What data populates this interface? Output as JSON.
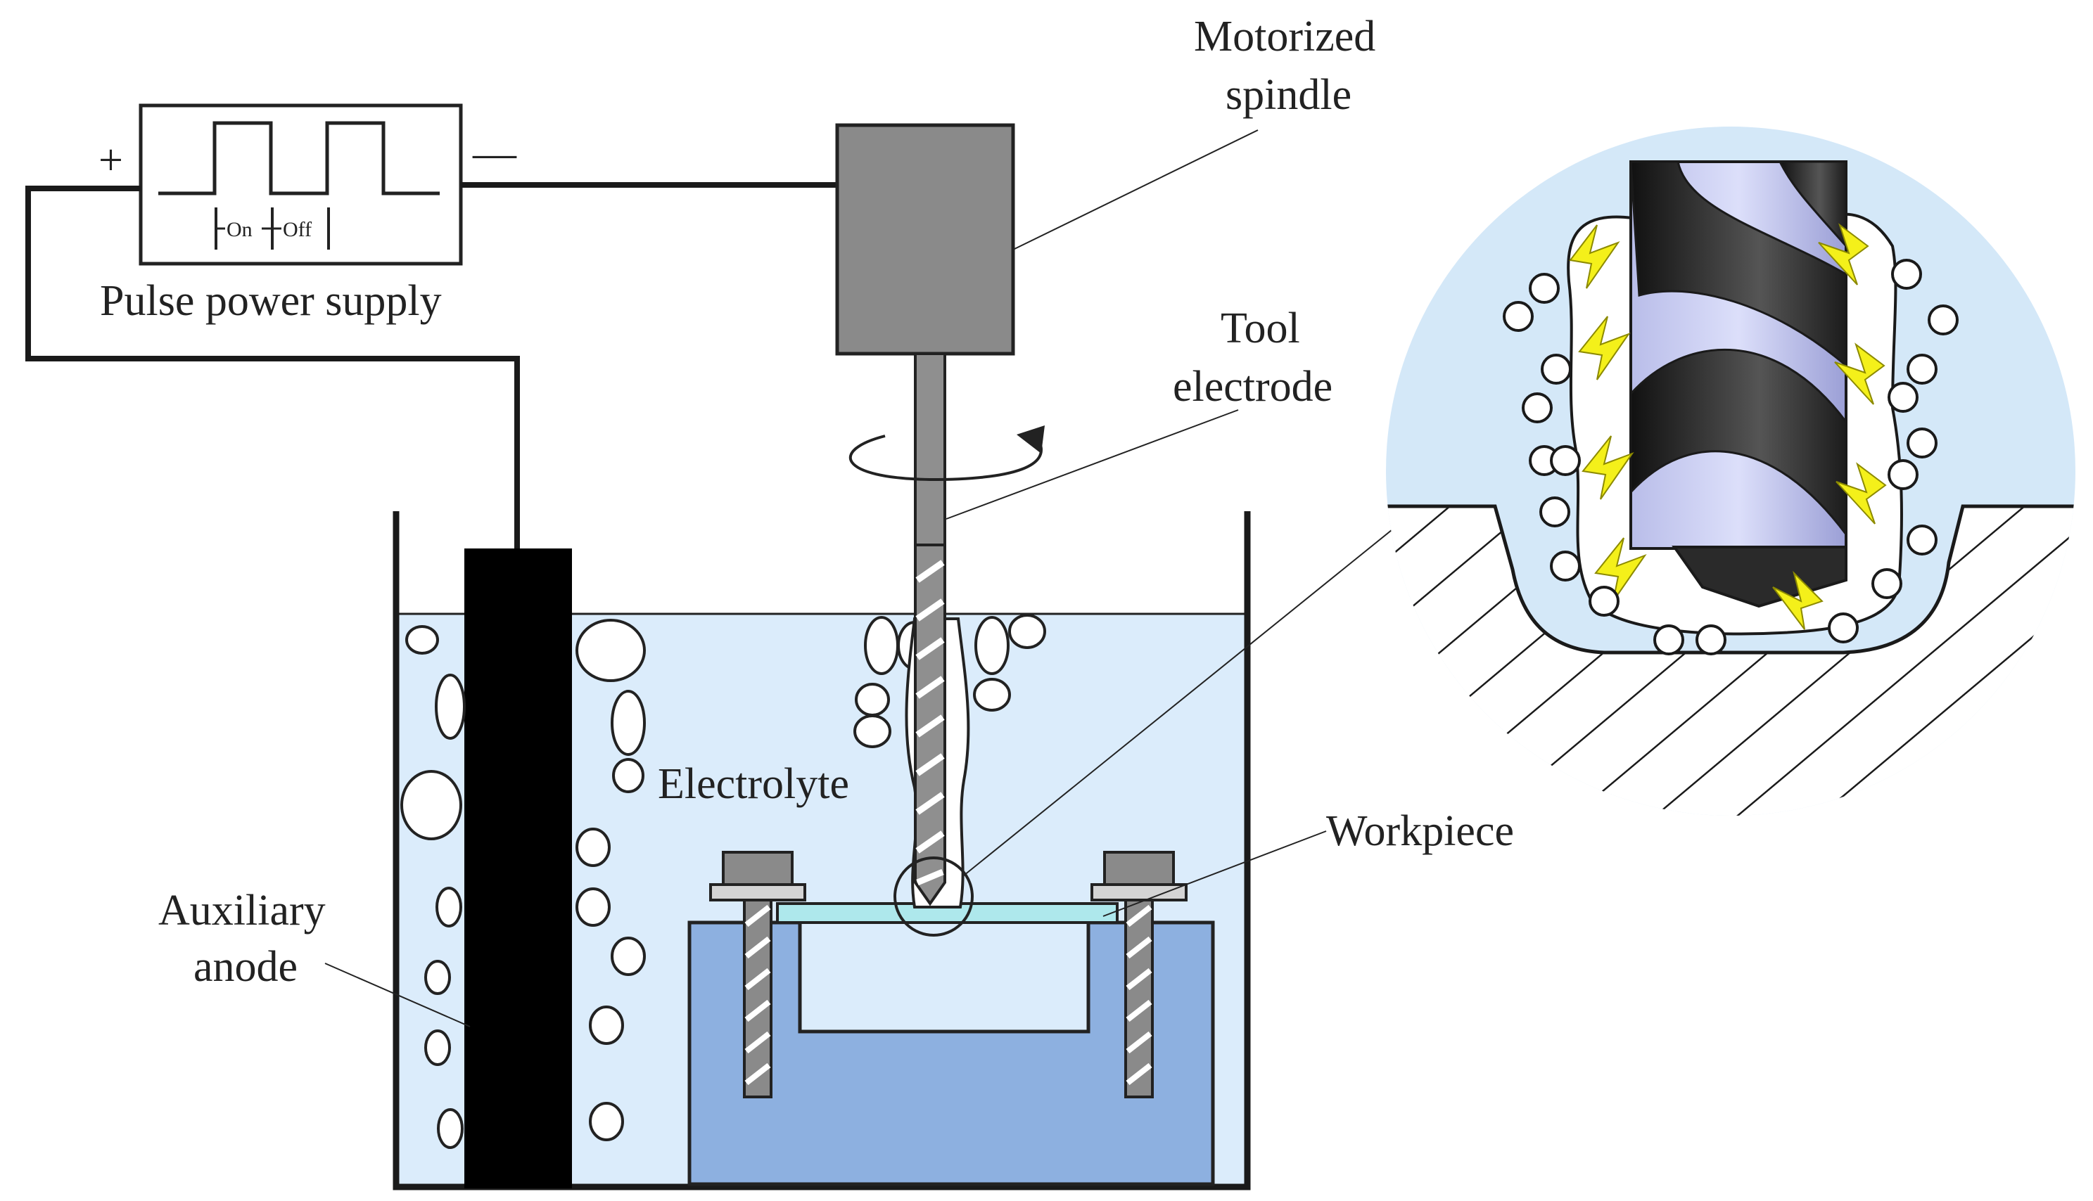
{
  "diagram": {
    "labels": {
      "pulse_power_supply": "Pulse power supply",
      "plus": "+",
      "minus": "—",
      "on": "On",
      "off": "Off",
      "motorized_spindle_l1": "Motorized",
      "motorized_spindle_l2": "spindle",
      "tool_electrode_l1": "Tool",
      "tool_electrode_l2": "electrode",
      "electrolyte": "Electrolyte",
      "workpiece": "Workpiece",
      "auxiliary_anode_l1": "Auxiliary",
      "auxiliary_anode_l2": "anode"
    },
    "colors": {
      "electrolyte": "#dbecfb",
      "fixture": "#8db0e0",
      "fixture_inner": "#dbecfb",
      "spindle": "#8a8a8a",
      "tool": "#8f8f8f",
      "anode": "#000000",
      "workpiece": "#aee8ec",
      "clamp_head": "#8a8a8a",
      "clamp_washer": "#d4d4d4",
      "zoom_bg": "#d4e8f8",
      "spark": "#f4f01a",
      "drill_light": "#c9cdf4",
      "drill_dark": "#2a2a2a"
    }
  }
}
